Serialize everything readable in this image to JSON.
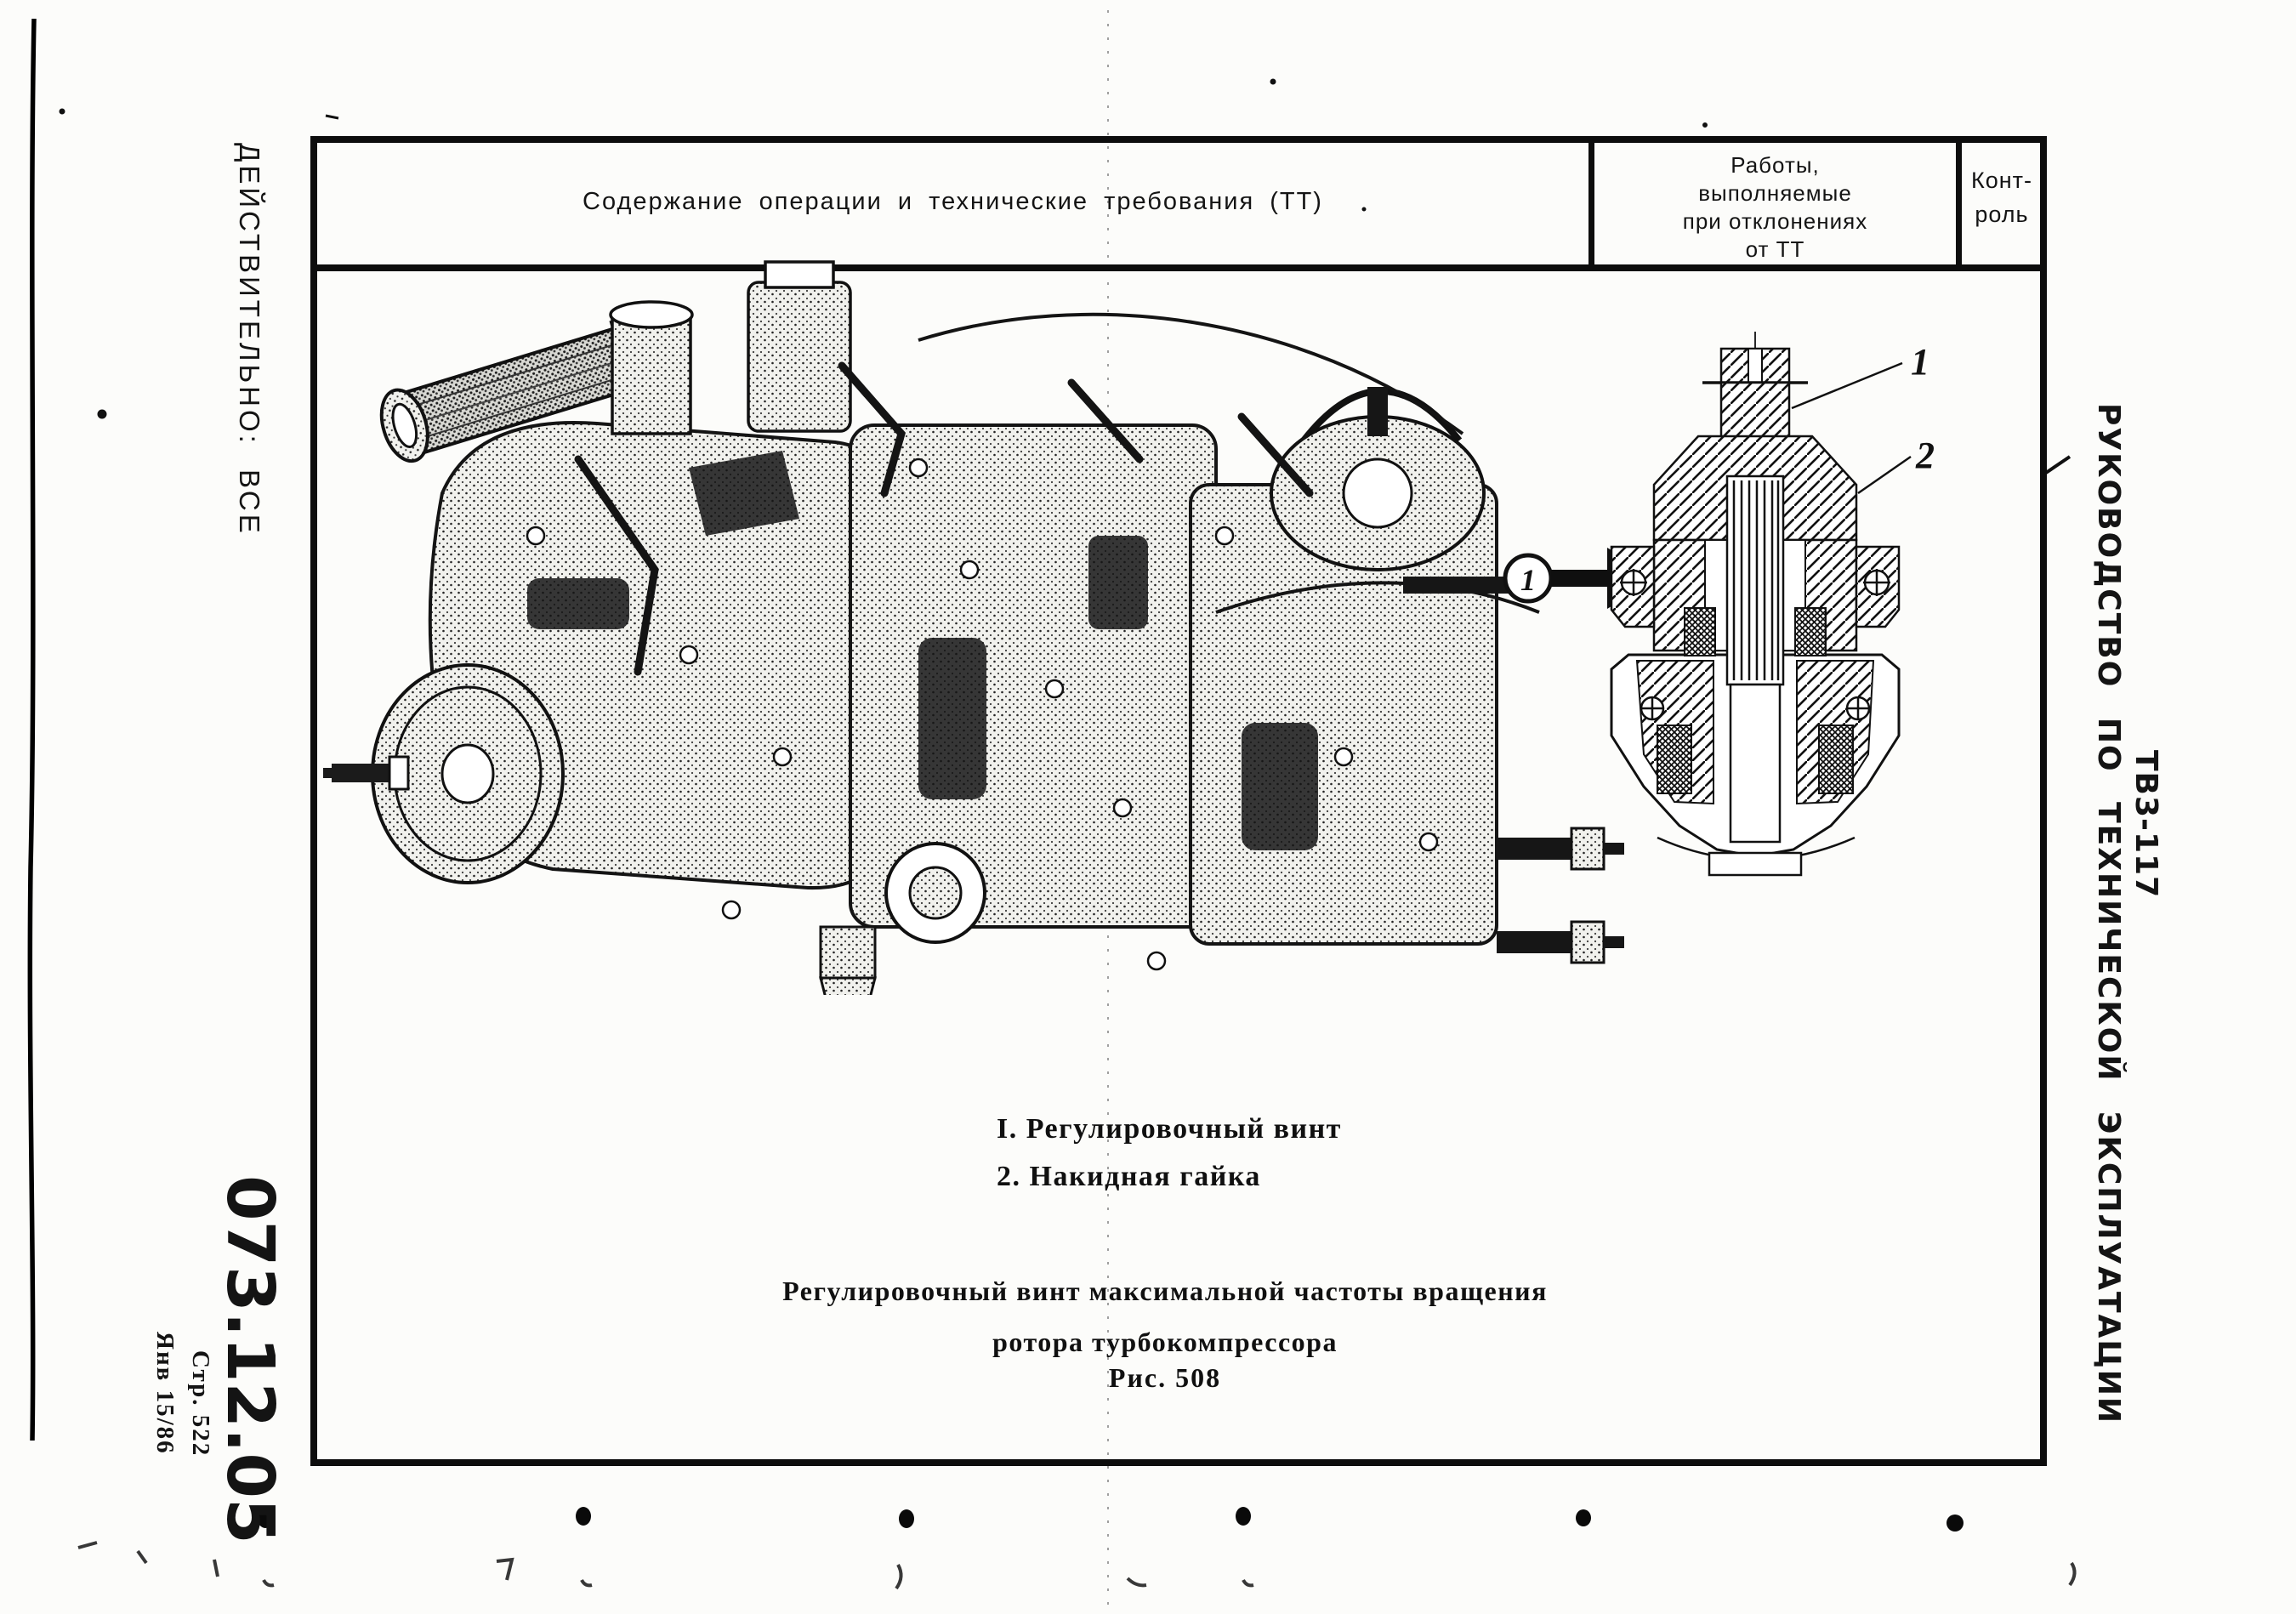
{
  "document": {
    "header_row": {
      "col_main": "Содержание операции и технические требования (ТТ)",
      "col_deviations_lines": [
        "Работы,",
        "выполняемые",
        "при отклонениях",
        "от ТТ"
      ],
      "col_control_lines": [
        "Конт-",
        "роль"
      ]
    },
    "figure": {
      "pointer_badge": "1",
      "callout_1": "1",
      "callout_2": "2",
      "legend_items": [
        "I. Регулировочный винт",
        "2. Накидная гайка"
      ],
      "caption_lines": [
        "Регулировочный винт максимальной частоты вращения",
        "ротора турбокомпрессора"
      ],
      "figure_number": "Рис. 508"
    },
    "margins": {
      "validity": "ДЕЙСТВИТЕЛЬНО: ВСЕ",
      "task_code": "073.12.05",
      "page_ref": "Стр. 522",
      "date_ref": "Янв 15/86",
      "engine_model": "ТВ3-117",
      "manual_title": "РУКОВОДСТВО ПО ТЕХНИЧЕСКОЙ ЭКСПЛУАТАЦИИ"
    }
  }
}
